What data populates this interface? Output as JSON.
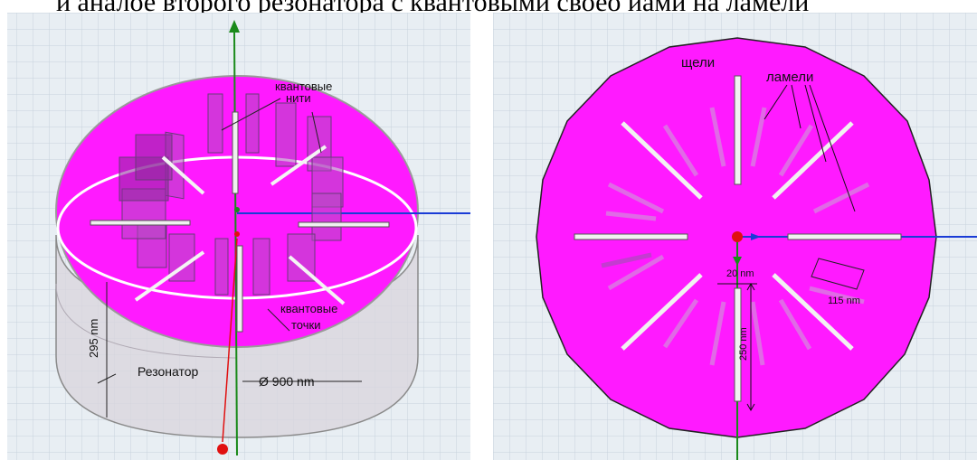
{
  "caption": "и аналое второго резонатора с квантовыми своео иами на ламели",
  "left": {
    "label_threads_1": "квантовые",
    "label_threads_2": "нити",
    "label_dots_1": "квантовые",
    "label_dots_2": "точки",
    "label_resonator": "Резонатор",
    "dim_height": "295 nm",
    "dim_diameter": "Ø 900 nm"
  },
  "right": {
    "label_slots": "щели",
    "label_lamellae": "ламели",
    "dim_width": "20 nm",
    "dim_length": "250 nm",
    "dim_lamella": "115 nm"
  },
  "colors": {
    "magenta": "#ff1aff",
    "grid_bg": "#e6edf3",
    "grid_line": "#c9d5de",
    "axis_green": "#1a8a1a",
    "axis_blue": "#1a3cd6",
    "axis_red": "#e01010"
  }
}
